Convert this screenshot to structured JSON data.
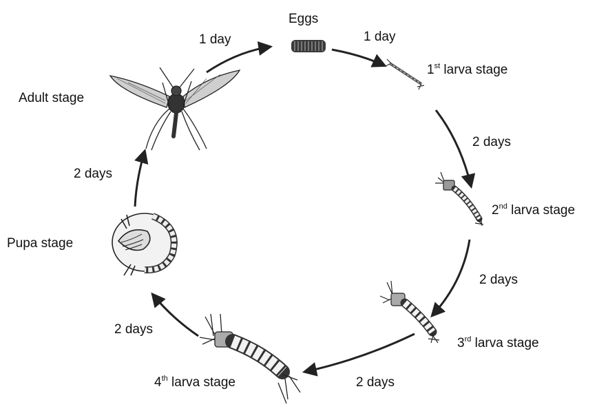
{
  "stages": {
    "eggs": "Eggs",
    "larva1": {
      "num": "1",
      "sup": "st",
      "rest": " larva stage"
    },
    "larva2": {
      "num": "2",
      "sup": "nd",
      "rest": " larva stage"
    },
    "larva3": {
      "num": "3",
      "sup": "rd",
      "rest": " larva stage"
    },
    "larva4": {
      "num": "4",
      "sup": "th",
      "rest": " larva stage"
    },
    "pupa": "Pupa stage",
    "adult": "Adult stage"
  },
  "durations": {
    "adult_to_eggs": "1 day",
    "eggs_to_larva1": "1 day",
    "larva1_to_larva2": "2 days",
    "larva2_to_larva3": "2 days",
    "larva3_to_larva4": "2 days",
    "larva4_to_pupa": "2 days",
    "pupa_to_adult": "2 days"
  }
}
